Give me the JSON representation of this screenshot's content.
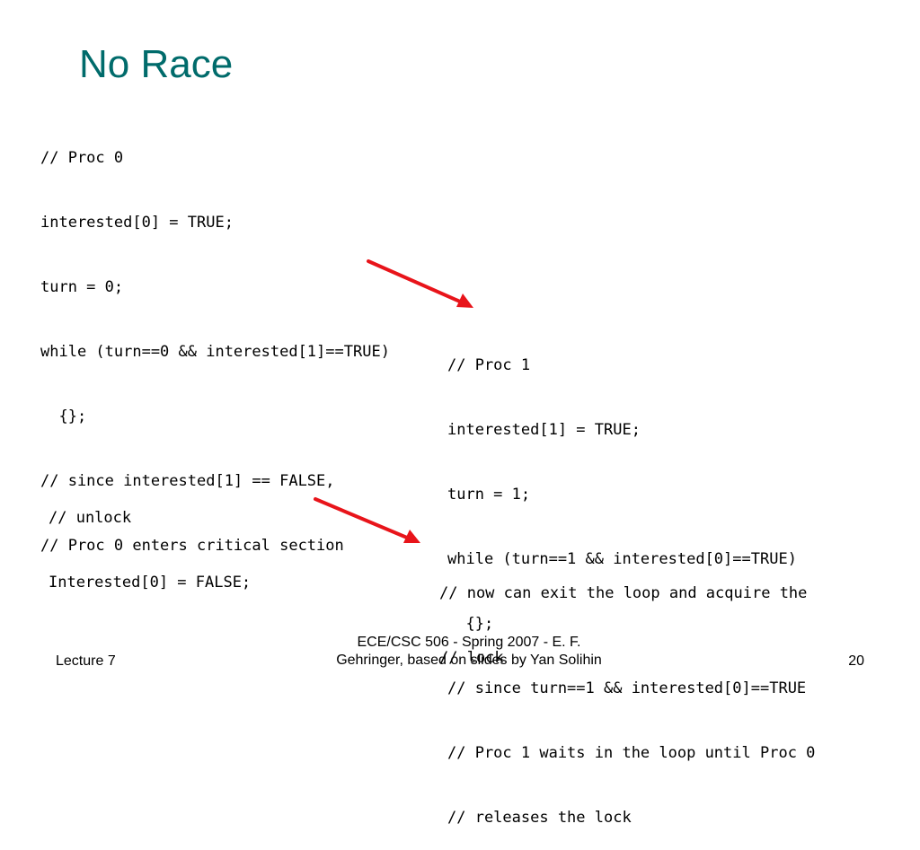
{
  "slide": {
    "title": "No Race",
    "accent_color": "#006b6b",
    "arrow_color": "#e8141a"
  },
  "proc0_code": {
    "lines": [
      "// Proc 0",
      "interested[0] = TRUE;",
      "turn = 0;",
      "while (turn==0 && interested[1]==TRUE)",
      "  {};",
      "// since interested[1] == FALSE,",
      "// Proc 0 enters critical section"
    ]
  },
  "proc1_code": {
    "lines": [
      "// Proc 1",
      "interested[1] = TRUE;",
      "turn = 1;",
      "while (turn==1 && interested[0]==TRUE)",
      "  {};",
      "// since turn==1 && interested[0]==TRUE",
      "// Proc 1 waits in the loop until Proc 0",
      "// releases the lock"
    ]
  },
  "unlock_code": {
    "lines": [
      "// unlock",
      "Interested[0] = FALSE;"
    ]
  },
  "exit_code": {
    "lines": [
      "// now can exit the loop and acquire the",
      "// lock"
    ]
  },
  "footer": {
    "left": "Lecture 7",
    "center_line1": "ECE/CSC 506 - Spring 2007 - E. F.",
    "center_line2": "Gehringer, based on slides by Yan Solihin",
    "page_number": "20"
  }
}
